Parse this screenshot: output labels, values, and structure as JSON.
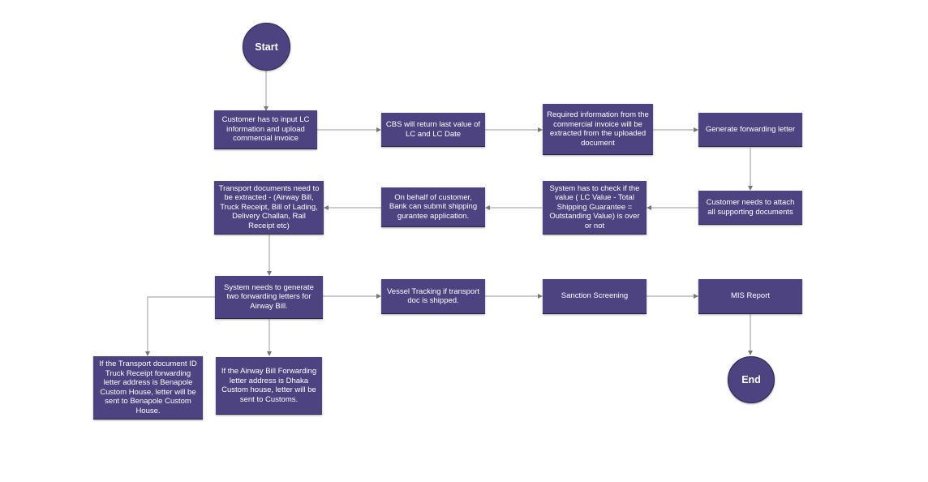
{
  "nodes": {
    "start": "Start",
    "end": "End",
    "input_lc": "Customer has to input LC information and upload commercial invoice",
    "cbs_return": "CBS will return last value of LC and LC Date",
    "required_info": "Required information from the commercial invoice will be extracted from the uploaded document",
    "generate_forwarding": "Generate forwarding letter",
    "attach_docs": "Customer needs to attach all supporting documents",
    "system_check": "System has to check if the value ( LC Value - Total Shipping Guarantee = Outstanding Value) is over or not",
    "bank_submit": "On behalf of customer, Bank can submit shipping gurantee application.",
    "transport_docs": "Transport documents need to be extracted - (Airway Bill, Truck Receipt, Bill of Lading, Delivery Challan, Rail Receipt etc)",
    "two_letters": "System needs to generate two forwarding letters for Airway Bill.",
    "vessel_tracking": "Vessel Tracking if transport doc is shipped.",
    "sanction_screening": "Sanction Screening",
    "mis_report": "MIS Report",
    "benapole": "If the Transport document ID Truck Receipt forwarding letter address is Benapole Custom House, letter will be sent to Benapole Custom House.",
    "dhaka": "If the Airway Bill Forwarding letter address is Dhaka Custom house, letter will be sent to Customs."
  },
  "colors": {
    "node_fill": "#4c4380",
    "node_border": "#2b2550",
    "connector": "#9a9a9a"
  }
}
